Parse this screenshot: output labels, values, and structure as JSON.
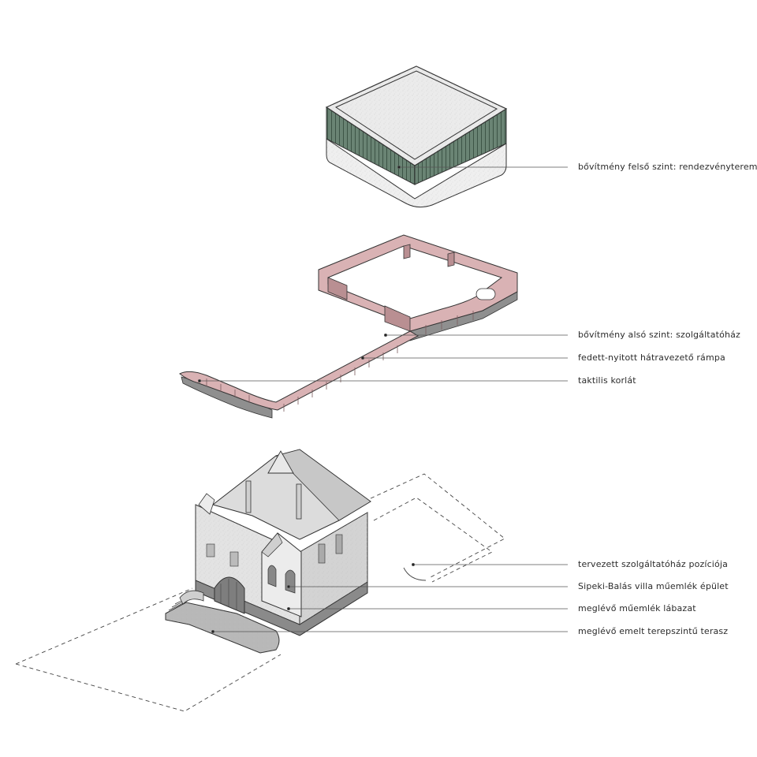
{
  "labels": {
    "upper_level": "bővítmény felső szint: rendezvényterem",
    "lower_level": "bővítmény alsó szint: szolgáltatóház",
    "ramp": "fedett-nyitott hátravezető rámpa",
    "tactile_rail": "taktilis korlát",
    "planned_position": "tervezett szolgáltatóház pozíciója",
    "villa": "Sipeki-Balás villa műemlék épület",
    "plinth": "meglévő műemlék lábazat",
    "terrace": "meglévő emelt terepszintű terasz"
  },
  "colors": {
    "upper_cladding": "#5f7a6a",
    "upper_roof": "#ececec",
    "upper_base": "#efefef",
    "lower_pink": "#d9b2b4",
    "lower_pink_dark": "#b98f92",
    "lower_base_grey": "#8f8f8f",
    "villa_wall": "#e3e3e3",
    "villa_shadow": "#bdbdbd",
    "plinth": "#8a8a8a",
    "terrace": "#b8b8b8",
    "outline": "#333333",
    "leader_line": "#555555"
  }
}
